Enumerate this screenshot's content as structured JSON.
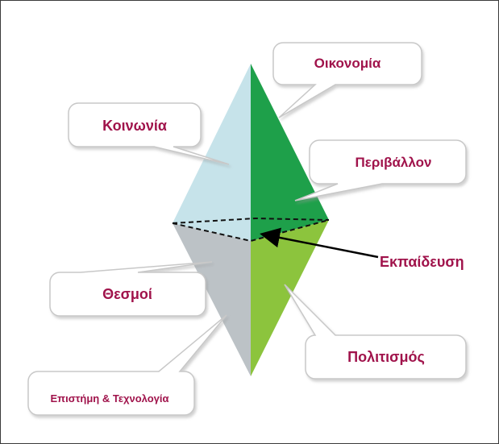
{
  "diagram": {
    "labels": {
      "economy": "Οικονομία",
      "society": "Κοινωνία",
      "environment": "Περιβάλλον",
      "education": "Εκπαίδευση",
      "institutions": "Θεσμοί",
      "culture": "Πολιτισμός",
      "science": "Επιστήμη & Τεχνολογία"
    },
    "colors": {
      "label_text": "#a0134b",
      "society_face": "#c6e3ea",
      "economy_face": "#1ea04a",
      "institutions_face": "#bcc2c6",
      "culture_face": "#8cc43d",
      "callout_border": "#c8c8c8"
    }
  }
}
